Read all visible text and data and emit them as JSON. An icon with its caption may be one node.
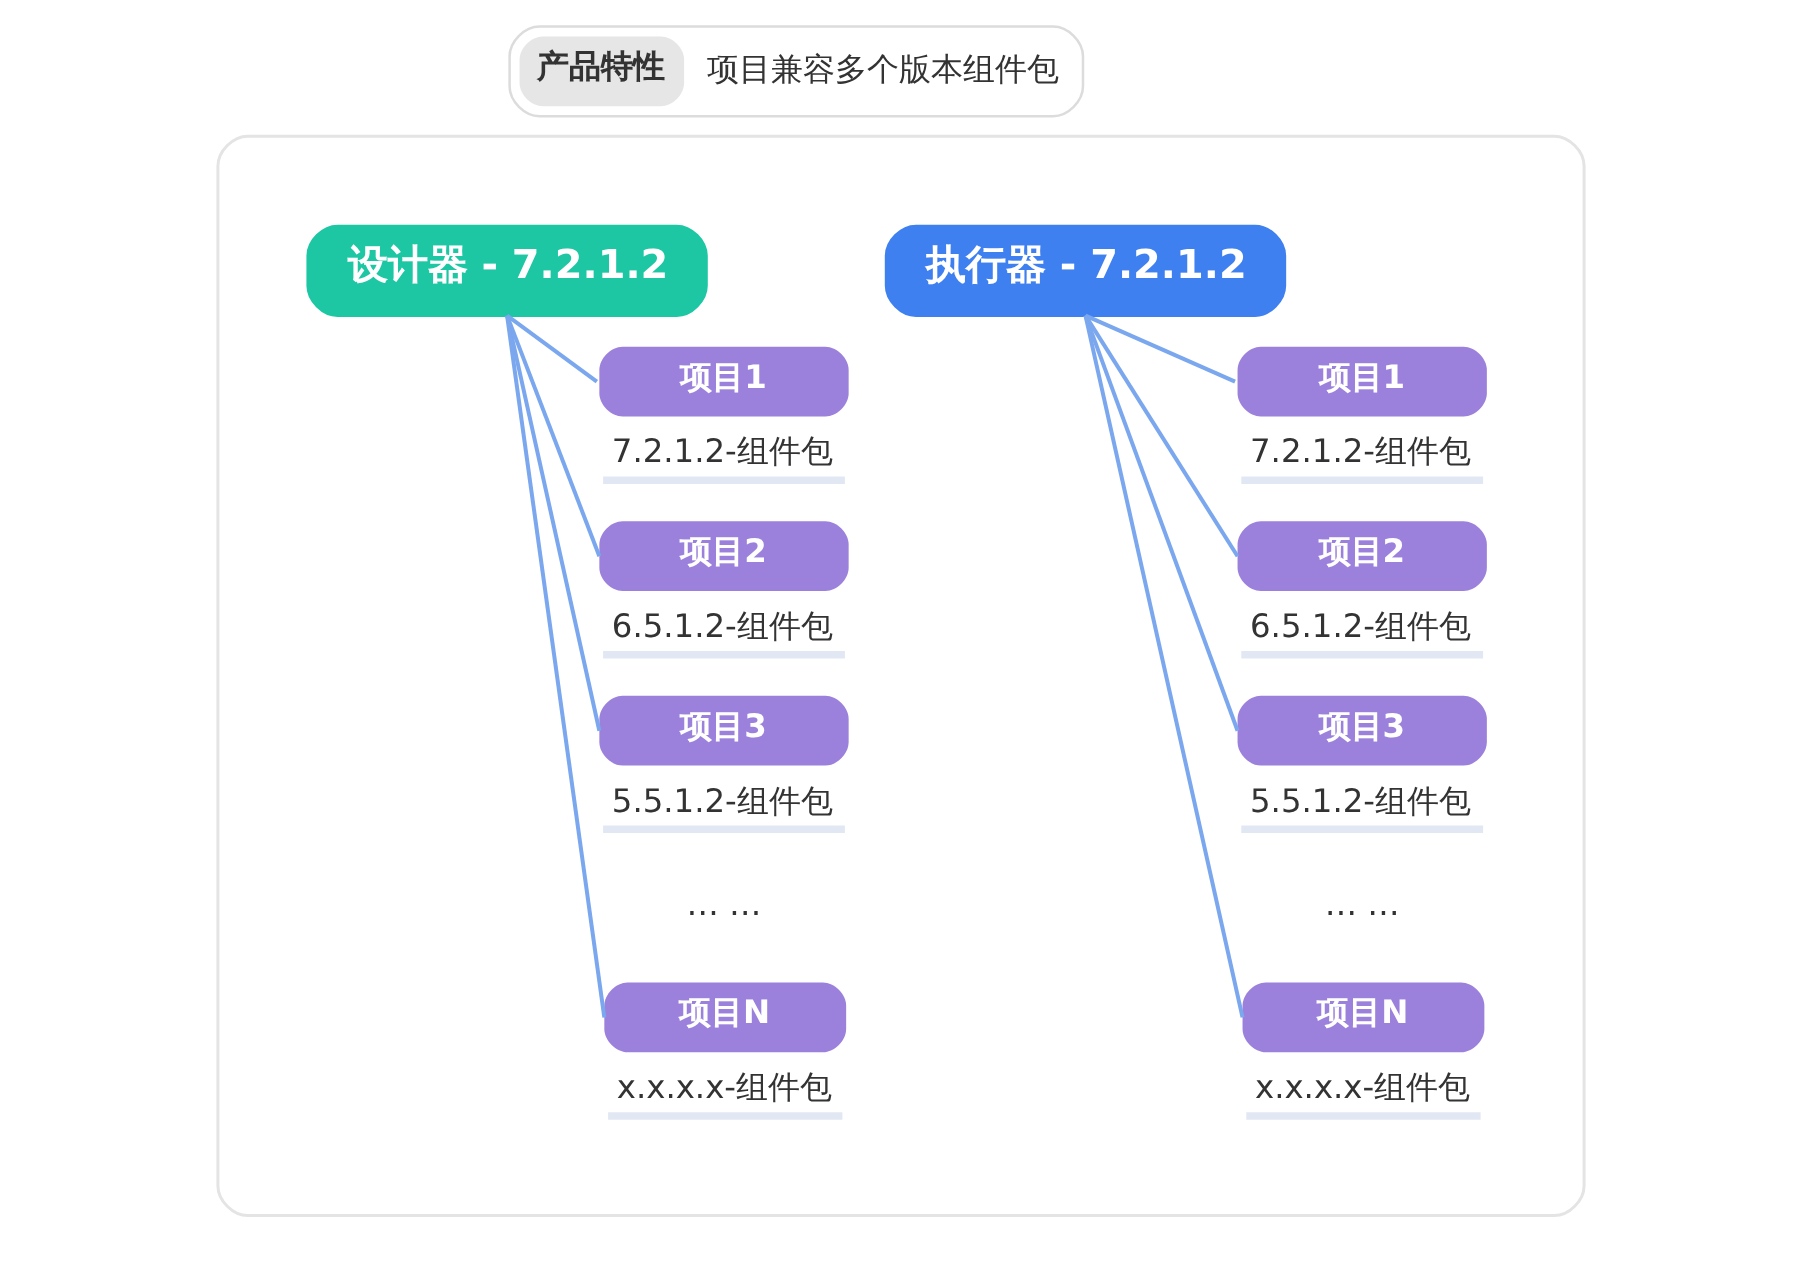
{
  "diagram": {
    "nodes": [
      {
        "text": [
          "产品特性",
          "项目兼容多个版本组件包"
        ]
      },
      {
        "text": [],
        "shape": "box"
      },
      {
        "text": [
          "设计器 - 7.2.1.2"
        ],
        "in": 1
      },
      {
        "text": [
          "项目1"
        ],
        "in": 1,
        "beside": [
          "7.2.1.2-组件包"
        ]
      },
      {
        "text": [
          "项目2"
        ],
        "in": 1,
        "beside": [
          "6.5.1.2-组件包"
        ]
      },
      {
        "text": [
          "项目3"
        ],
        "in": 1,
        "beside": [
          "5.5.1.2-组件包"
        ]
      },
      {
        "text": [
          "项目N"
        ],
        "in": 1,
        "beside": [
          "x.x.x.x-组件包"
        ]
      },
      {
        "text": [
          "执行器 - 7.2.1.2"
        ],
        "in": 1
      },
      {
        "text": [
          "项目1"
        ],
        "in": 1,
        "beside": [
          "7.2.1.2-组件包"
        ]
      },
      {
        "text": [
          "项目2"
        ],
        "in": 1,
        "beside": [
          "6.5.1.2-组件包"
        ]
      },
      {
        "text": [
          "项目3"
        ],
        "in": 1,
        "beside": [
          "5.5.1.2-组件包"
        ]
      },
      {
        "text": [
          "项目N"
        ],
        "in": 1,
        "beside": [
          "x.x.x.x-组件包"
        ]
      }
    ],
    "edges": [
      {
        "from": 2,
        "to": 3,
        "arrow": "none"
      },
      {
        "from": 2,
        "to": 4,
        "arrow": "none"
      },
      {
        "from": 2,
        "to": 5,
        "arrow": "none"
      },
      {
        "from": 2,
        "to": 6,
        "arrow": "none"
      },
      {
        "from": 7,
        "to": 8,
        "arrow": "none"
      },
      {
        "from": 7,
        "to": 9,
        "arrow": "none"
      },
      {
        "from": 7,
        "to": 10,
        "arrow": "none"
      },
      {
        "from": 7,
        "to": 11,
        "arrow": "none"
      }
    ],
    "labels": [
      "… …",
      "… …"
    ]
  }
}
